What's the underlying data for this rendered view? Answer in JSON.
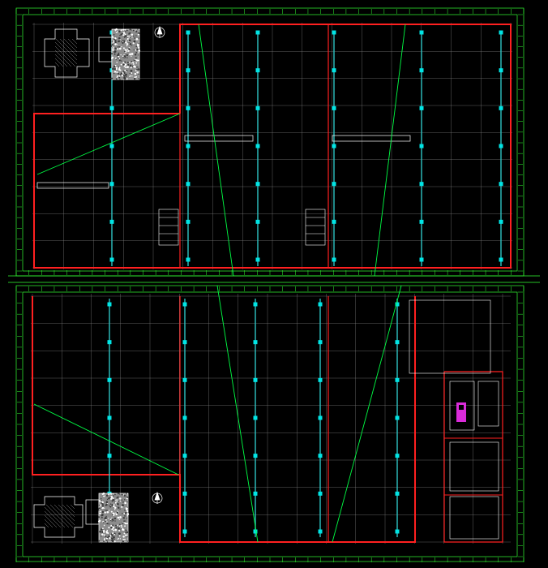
{
  "drawing": {
    "sheets": [
      {
        "id": "upper-plan",
        "title": "",
        "scale": ""
      },
      {
        "id": "lower-plan",
        "title": "",
        "scale": ""
      }
    ],
    "colors": {
      "background": "#000000",
      "dimension_lines": "#33ff33",
      "grid": "#8a8a8a",
      "walls": "#ff2020",
      "columns": "#00e5e5",
      "beams": "#2ec4c4",
      "diagonal_braces": "#00ff44",
      "labels": "#ffffff",
      "hatch": "#cccccc",
      "equipment": "#ff33ff"
    },
    "symbols": [
      "north-arrow-upper",
      "north-arrow-lower"
    ],
    "legend_boxes": [
      "detail-hatch-upper",
      "detail-hatch-lower"
    ]
  }
}
